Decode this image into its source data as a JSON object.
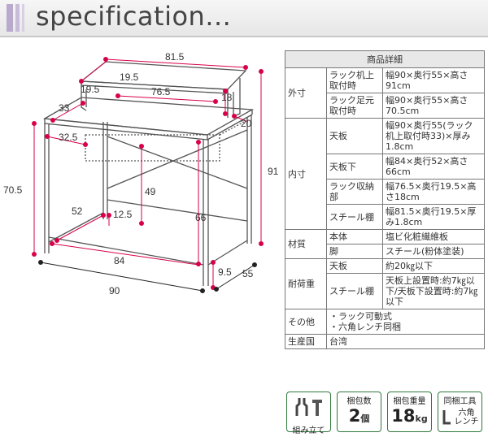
{
  "header": {
    "title": "specification..."
  },
  "dimensions": {
    "d81_5": "81.5",
    "d19_5a": "19.5",
    "d19_5b": "19.5",
    "d76_5": "76.5",
    "d18": "18",
    "d33": "33",
    "d20": "20",
    "d32_5": "32.5",
    "d91": "91",
    "d70_5": "70.5",
    "d49": "49",
    "d52": "52",
    "d12_5": "12.5",
    "d66": "66",
    "d84": "84",
    "d9_5": "9.5",
    "d55": "55",
    "d90": "90"
  },
  "table": {
    "heading": "商品詳細",
    "rows": {
      "outer_cat": "外寸",
      "outer1_label": "ラック机上取付時",
      "outer1_value": "幅90×奥行55×高さ91cm",
      "outer2_label": "ラック足元取付時",
      "outer2_value": "幅90×奥行55×高さ70.5cm",
      "inner_cat": "内寸",
      "inner1_label": "天板",
      "inner1_value": "幅90×奥行55(ラック机上取付時33)×厚み1.8cm",
      "inner2_label": "天板下",
      "inner2_value": "幅84×奥行52×高さ66cm",
      "inner3_label": "ラック収納部",
      "inner3_value": "幅76.5×奥行19.5×高さ18cm",
      "inner4_label": "スチール棚",
      "inner4_value": "幅81.5×奥行19.5×厚み1.8cm",
      "mat_cat": "材質",
      "mat1_label": "本体",
      "mat1_value": "塩ビ化粧繊維板",
      "mat2_label": "脚",
      "mat2_value": "スチール(粉体塗装)",
      "load_cat": "耐荷重",
      "load1_label": "天板",
      "load1_value": "約20㎏以下",
      "load2_label": "スチール棚",
      "load2_value": "天板上設置時:約7㎏以下/天板下設置時:約7㎏以下",
      "other_cat": "その他",
      "other_value1": "・ラック可動式",
      "other_value2": "・六角レンチ同梱",
      "origin_cat": "生産国",
      "origin_value": "台湾"
    }
  },
  "icons": {
    "assembly": "組み立て",
    "packages_label": "梱包数",
    "packages_value": "2",
    "packages_unit": "個",
    "weight_label": "梱包重量",
    "weight_value": "18",
    "weight_unit": "kg",
    "tool_label": "同梱工具",
    "tool_line1": "六角",
    "tool_line2": "レンチ"
  },
  "colors": {
    "accent": "#d8004a",
    "header_bar": "#b9a9cd",
    "icon_border": "#2f7a3a"
  }
}
